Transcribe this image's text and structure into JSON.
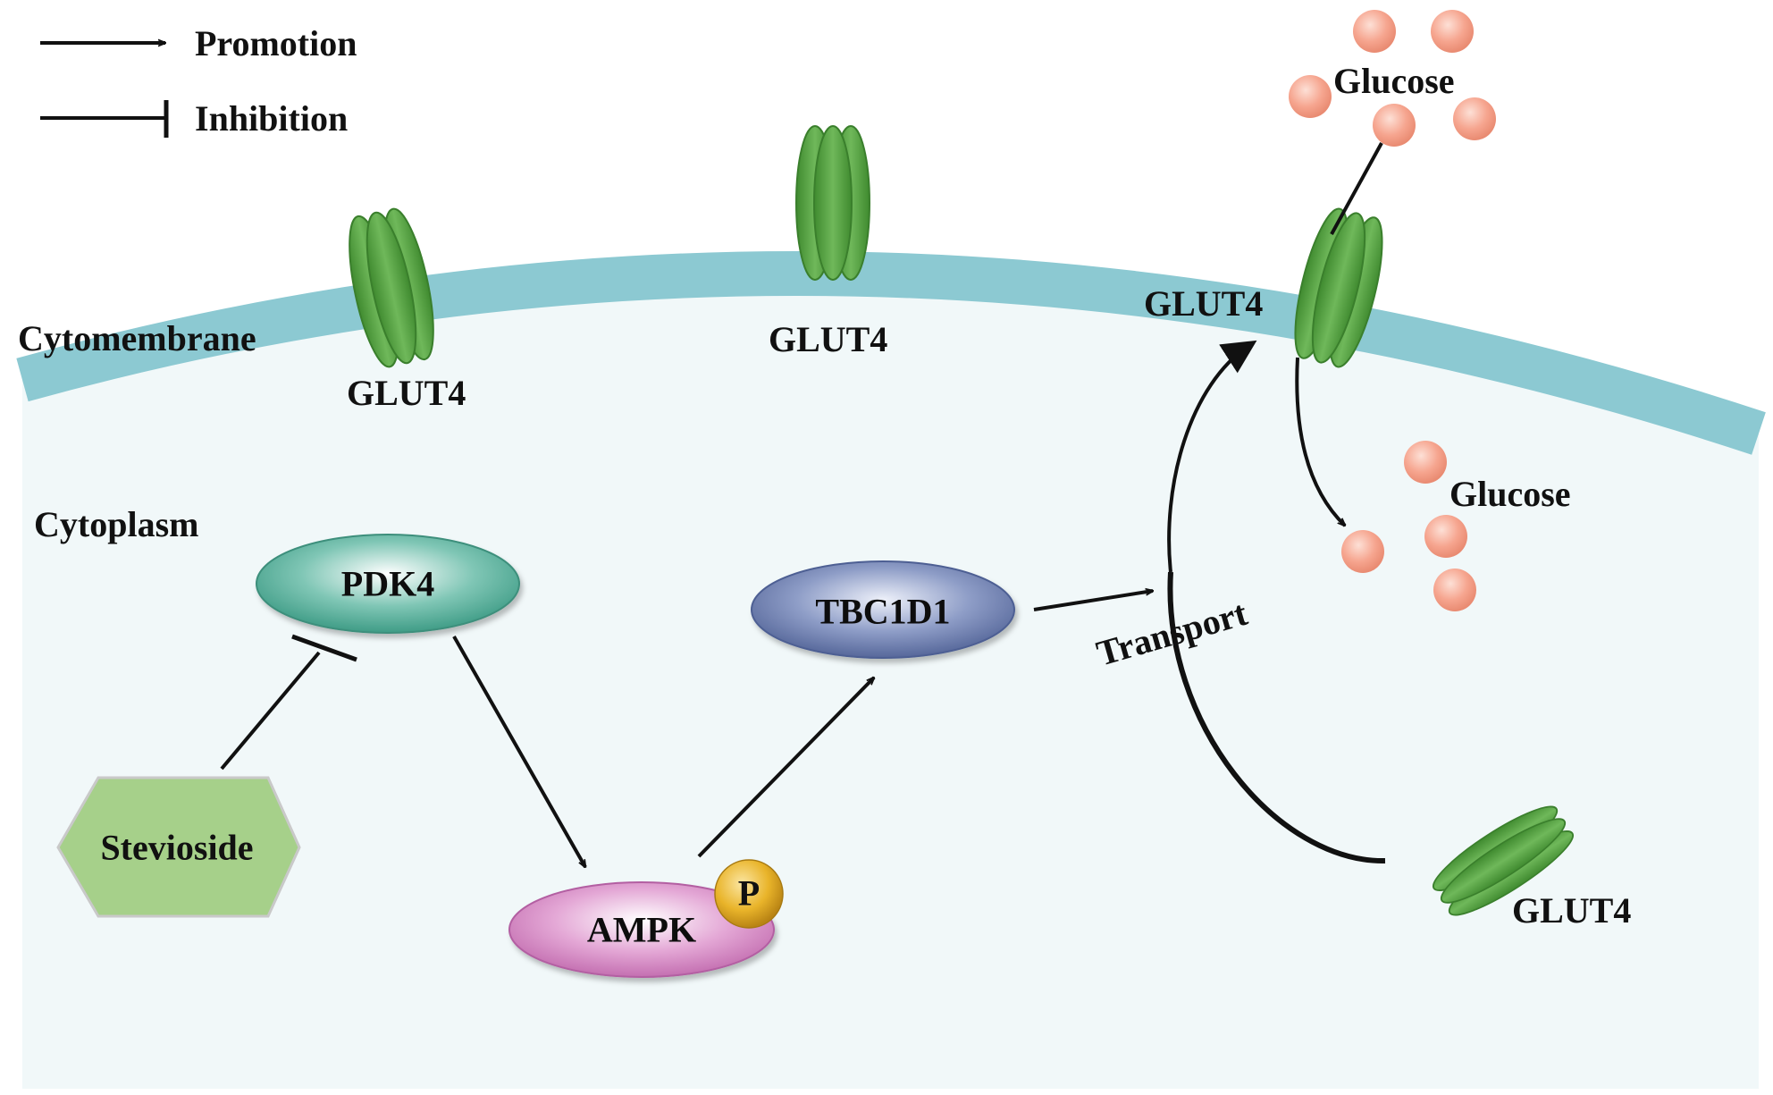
{
  "legend": {
    "promotion_label": "Promotion",
    "inhibition_label": "Inhibition"
  },
  "compartments": {
    "membrane_label": "Cytomembrane",
    "cytoplasm_label": "Cytoplasm"
  },
  "nodes": {
    "stevioside": "Stevioside",
    "pdk4": "PDK4",
    "ampk": "AMPK",
    "phospho": "P",
    "tbc1d1": "TBC1D1"
  },
  "glut4_labels": [
    "GLUT4",
    "GLUT4",
    "GLUT4",
    "GLUT4"
  ],
  "glucose_labels": [
    "Glucose",
    "Glucose"
  ],
  "transport_label": "Transport",
  "relations": [
    {
      "from": "Stevioside",
      "to": "PDK4",
      "type": "inhibition"
    },
    {
      "from": "PDK4",
      "to": "AMPK",
      "type": "promotion"
    },
    {
      "from": "AMPK",
      "to": "TBC1D1",
      "type": "promotion"
    },
    {
      "from": "TBC1D1",
      "to": "GLUT4",
      "type": "promotion"
    }
  ],
  "colors": {
    "membrane": "#8cc9d2",
    "cytoplasm": "#f1f8f9",
    "glut4": "#4f9a3e",
    "glucose": "#f4a08c",
    "pdk4": "#4fae99",
    "ampk": "#d98cc6",
    "tbc1d1": "#6e80b0",
    "stevioside": "#a6d08a",
    "phospho": "#e2a91c"
  }
}
